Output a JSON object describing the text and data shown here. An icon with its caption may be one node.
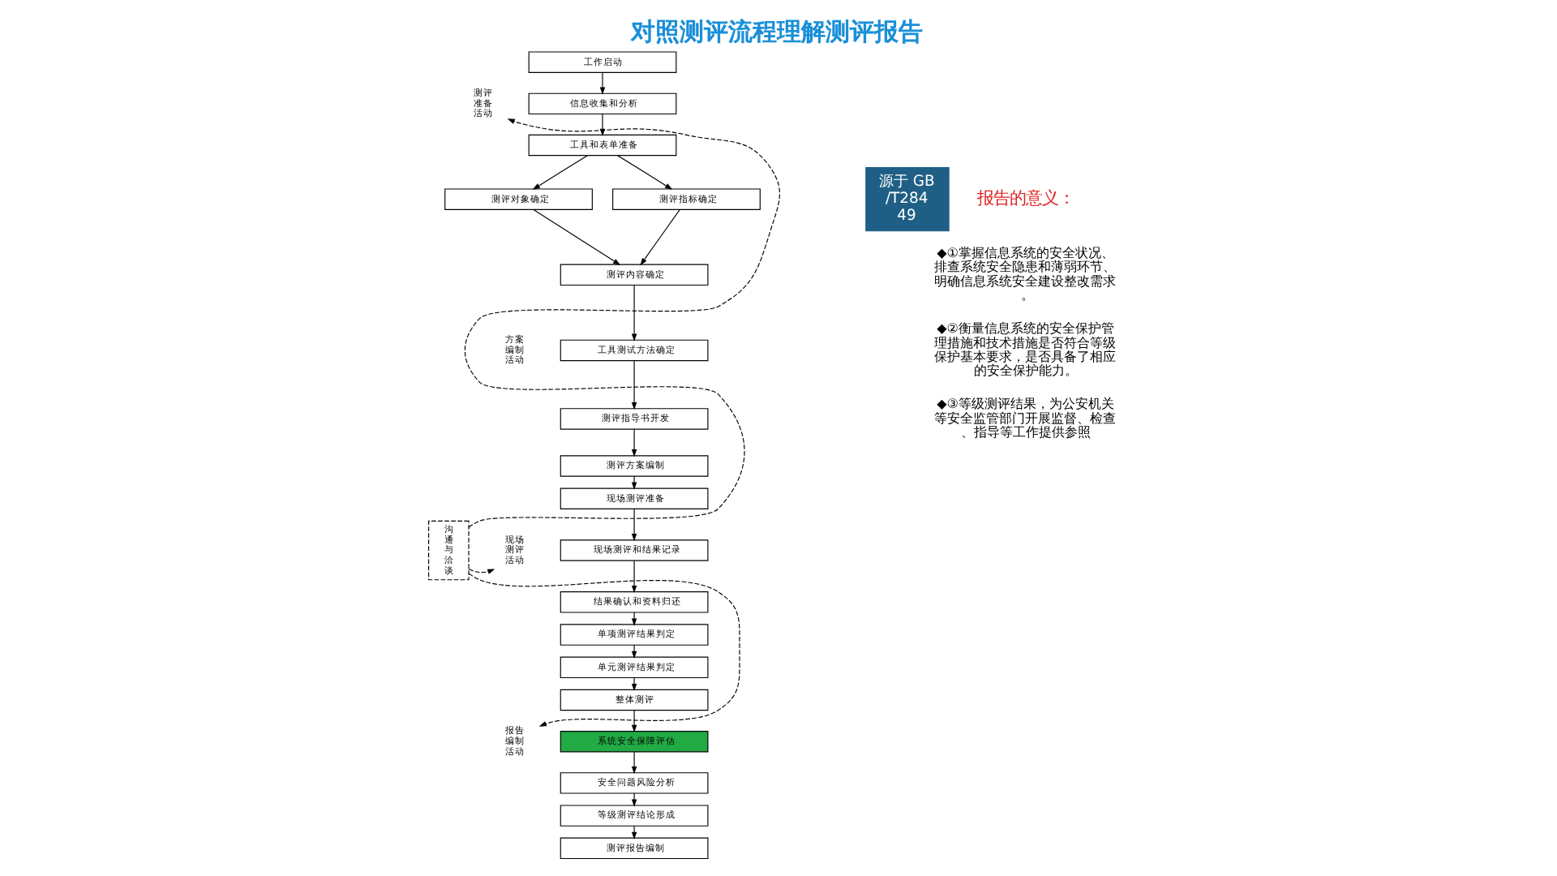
{
  "diagram": {
    "title": "对照测评流程理解测评报告",
    "nodes": [
      {
        "text": [
          "工作启动"
        ]
      },
      {
        "text": [
          "信息收集和分析"
        ]
      },
      {
        "text": [
          "工具和表单准备"
        ]
      },
      {
        "text": [
          "测评对象确定"
        ]
      },
      {
        "text": [
          "测评指标确定"
        ]
      },
      {
        "text": [
          "测评内容确定"
        ]
      },
      {
        "text": [
          "工具测试方法确定"
        ]
      },
      {
        "text": [
          "测评指导书开发"
        ]
      },
      {
        "text": [
          "测评方案编制"
        ]
      },
      {
        "text": [
          "现场测评准备"
        ]
      },
      {
        "text": [
          "现场测评和结果记录"
        ]
      },
      {
        "text": [
          "结果确认和资料归还"
        ]
      },
      {
        "text": [
          "单项测评结果判定"
        ]
      },
      {
        "text": [
          "单元测评结果判定"
        ]
      },
      {
        "text": [
          "整体测评"
        ]
      },
      {
        "text": [
          "系统安全保障评估"
        ]
      },
      {
        "text": [
          "安全问题风险分析"
        ]
      },
      {
        "text": [
          "等级测评结论形成"
        ]
      },
      {
        "text": [
          "测评报告编制"
        ]
      },
      {
        "text": [
          "沟通与洽谈"
        ]
      },
      {
        "text": [
          "测评准备活动"
        ]
      },
      {
        "text": [
          "现场测评活动"
        ]
      },
      {
        "text": [
          "报告编制活动"
        ]
      },
      {
        "text": [
          "源于 GB/T28449"
        ]
      }
    ],
    "edges": [
      {
        "from": 0,
        "to": 1,
        "arrow": "to"
      },
      {
        "from": 1,
        "to": 2,
        "arrow": "to"
      },
      {
        "from": 2,
        "to": 3,
        "arrow": "to"
      },
      {
        "from": 2,
        "to": 4,
        "arrow": "to"
      },
      {
        "from": 3,
        "to": 5,
        "arrow": "to"
      },
      {
        "from": 4,
        "to": 5,
        "arrow": "to"
      },
      {
        "from": 5,
        "to": 6,
        "arrow": "to"
      },
      {
        "from": 6,
        "to": 7,
        "arrow": "to"
      },
      {
        "from": 7,
        "to": 8,
        "arrow": "to"
      },
      {
        "from": 8,
        "to": 9,
        "arrow": "to"
      },
      {
        "from": 9,
        "to": 10,
        "arrow": "to"
      },
      {
        "from": 10,
        "to": 11,
        "arrow": "to"
      },
      {
        "from": 11,
        "to": 12,
        "arrow": "to"
      },
      {
        "from": 12,
        "to": 13,
        "arrow": "to"
      },
      {
        "from": 13,
        "to": 14,
        "arrow": "to"
      },
      {
        "from": 14,
        "to": 15,
        "arrow": "to"
      },
      {
        "from": 15,
        "to": 16,
        "arrow": "to"
      },
      {
        "from": 16,
        "to": 17,
        "arrow": "to"
      },
      {
        "from": 17,
        "to": 18,
        "arrow": "to"
      },
      {
        "from": 19,
        "to": 20,
        "arrow": "to",
        "style": "dashed"
      },
      {
        "from": 19,
        "to": 21,
        "arrow": "to",
        "style": "dashed"
      },
      {
        "from": 19,
        "to": 22,
        "arrow": "to",
        "style": "dashed"
      }
    ],
    "labels": [
      "方案编制活动",
      "报告的意义：",
      "◆①掌握信息系统的安全状况、排查系统安全隐患和薄弱环节、明确信息系统安全建设整改需求。",
      "◆②衡量信息系统的安全保护管理措施和技术措施是否符合等级保护基本要求，是否具备了相应的安全保护能力。",
      "◆③等级测评结果，为公安机关等安全监管部门开展监督、检查、指导等工作提供参照"
    ]
  }
}
